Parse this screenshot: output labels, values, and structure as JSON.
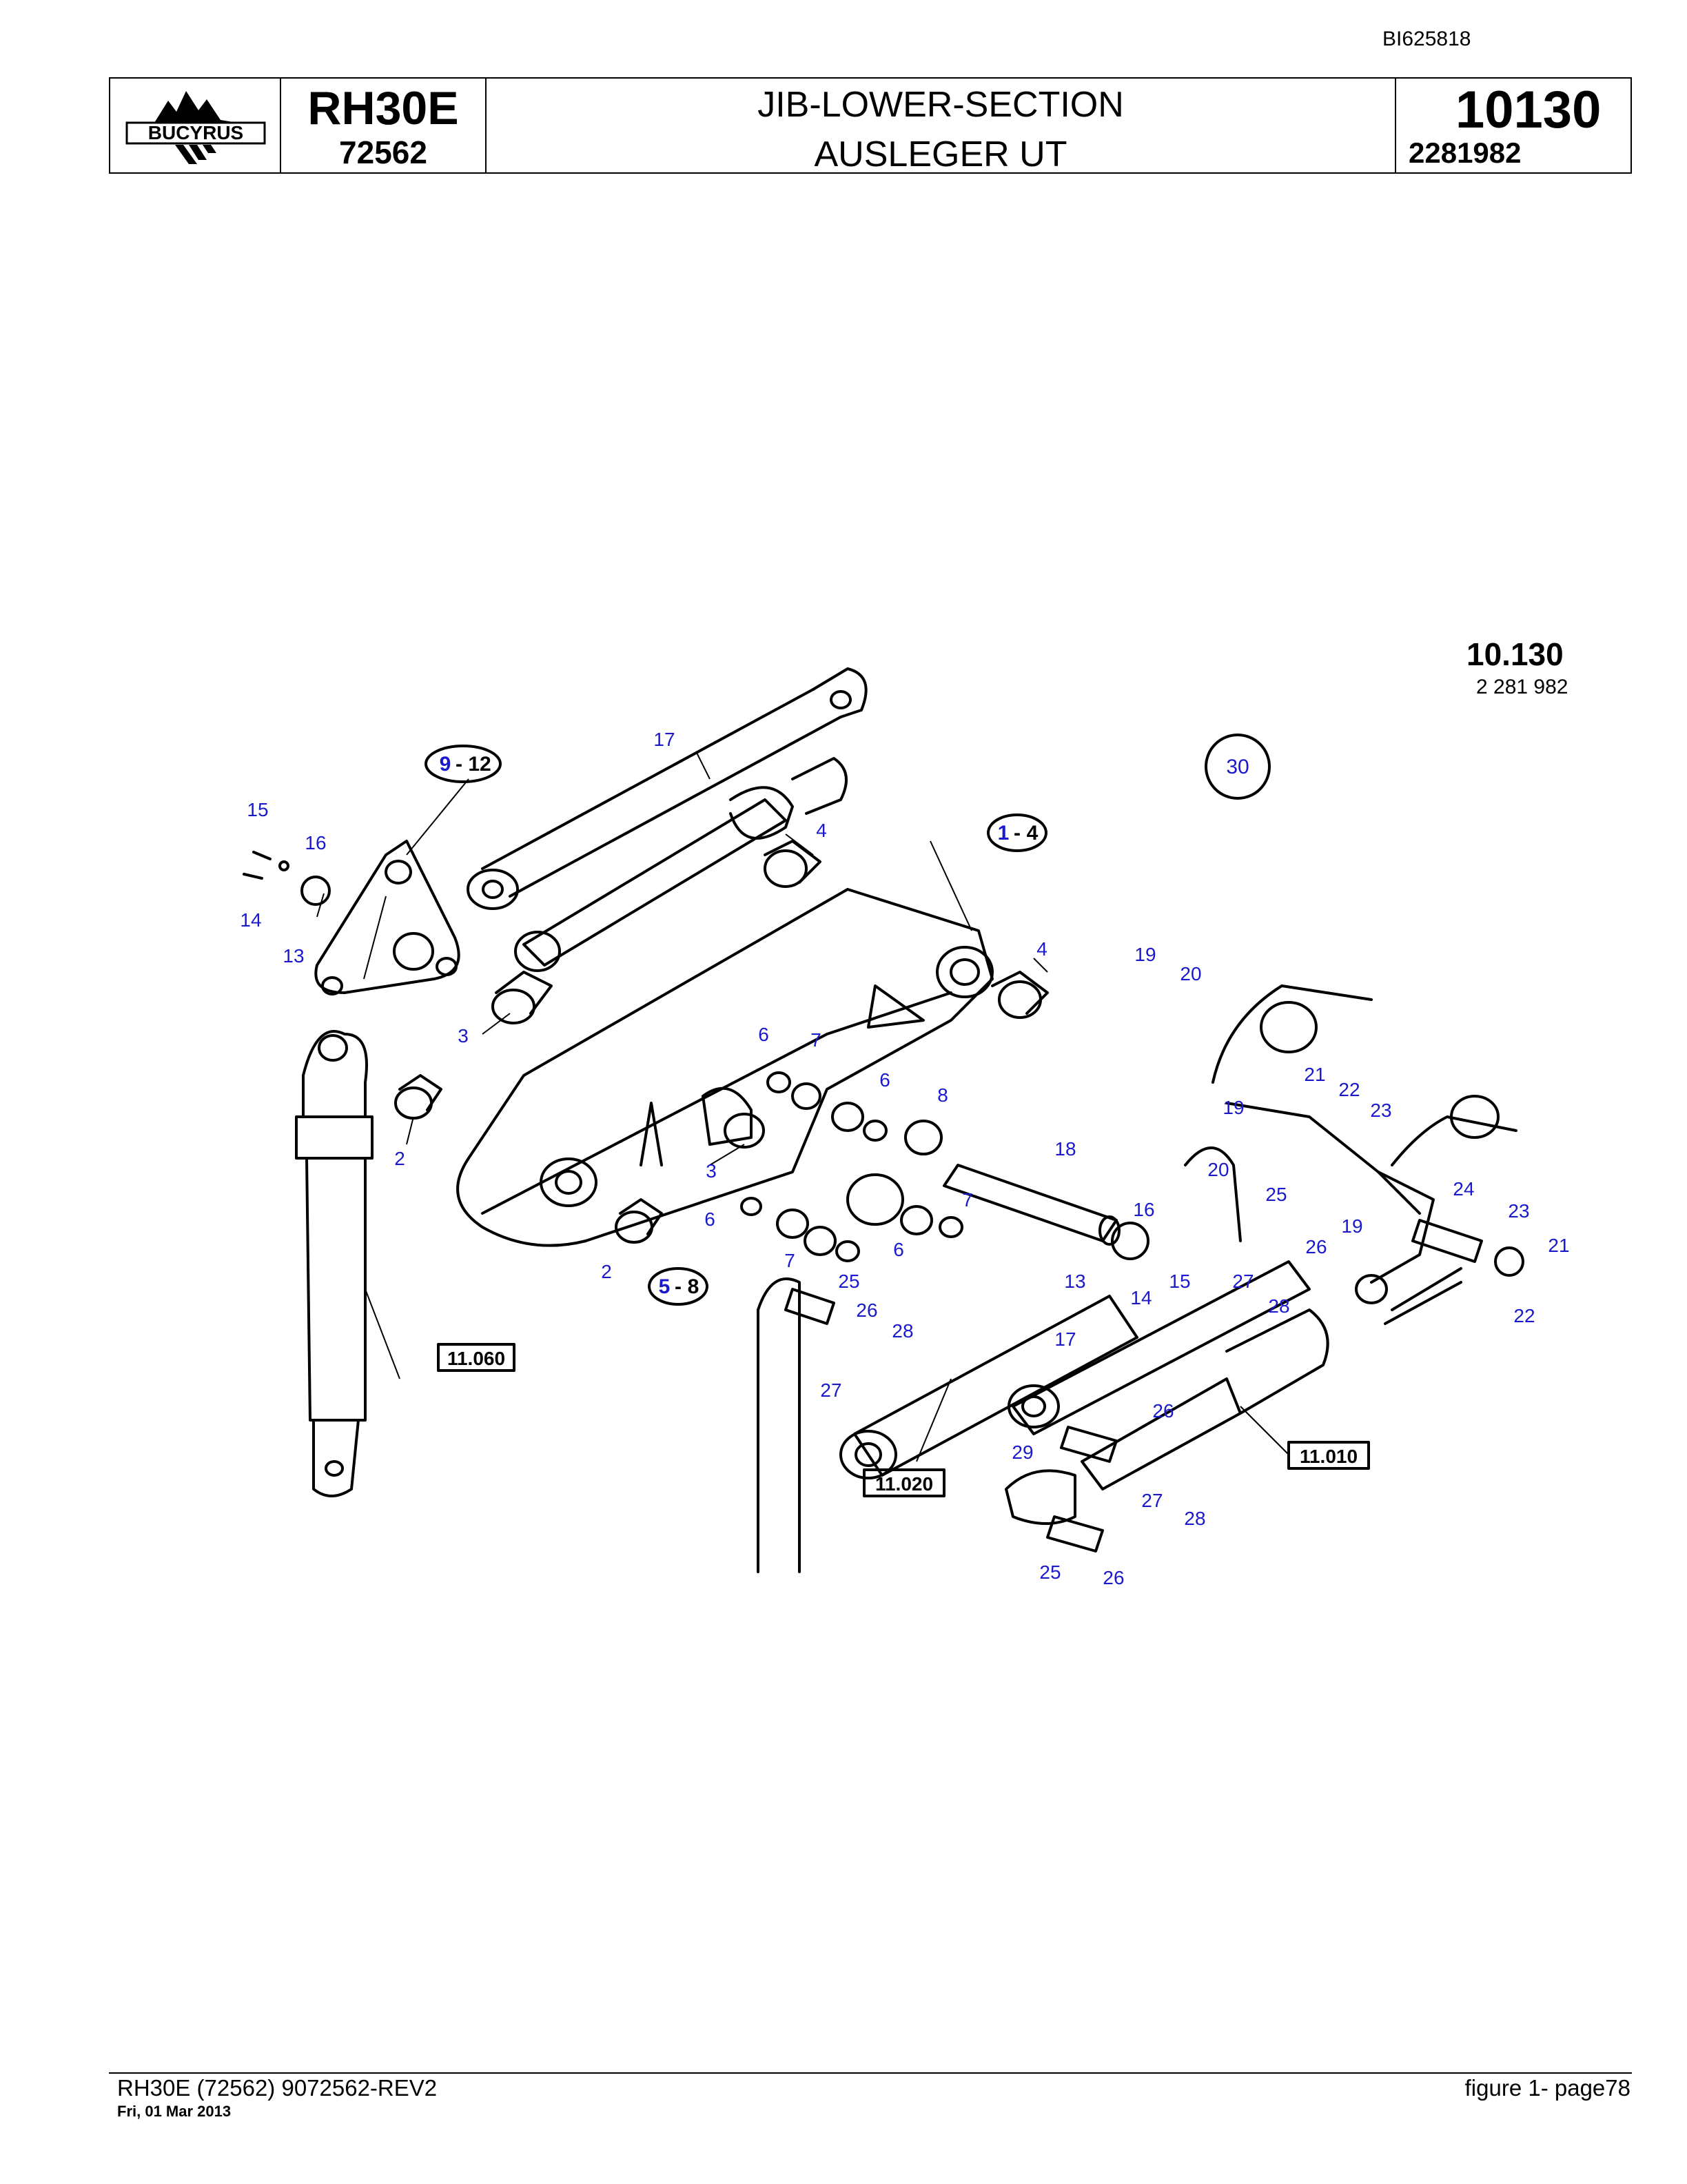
{
  "document": {
    "id": "BI625818"
  },
  "title_block": {
    "logo_text": "BUCYRUS",
    "model_name": "RH30E",
    "model_number": "72562",
    "title_en": "JIB-LOWER-SECTION",
    "title_de": "AUSLEGER UT",
    "section_number": "10130",
    "drawing_number": "2281982"
  },
  "figure": {
    "code": "10.130",
    "drawing_ref": "2 281 982",
    "group_labels": [
      "9",
      "12",
      "1",
      "4",
      "5",
      "8",
      "30"
    ],
    "ref_boxes": [
      "11.060",
      "11.020",
      "11.010"
    ],
    "callouts": [
      "17",
      "4",
      "4",
      "15",
      "16",
      "14",
      "13",
      "3",
      "2",
      "6",
      "7",
      "6",
      "8",
      "3",
      "6",
      "7",
      "2",
      "18",
      "6",
      "7",
      "25",
      "26",
      "28",
      "27",
      "16",
      "13",
      "14",
      "15",
      "19",
      "20",
      "19",
      "21",
      "22",
      "23",
      "20",
      "25",
      "26",
      "27",
      "28",
      "19",
      "24",
      "23",
      "21",
      "22",
      "17",
      "26",
      "29",
      "27",
      "28",
      "25",
      "26"
    ]
  },
  "colors": {
    "line": "#000000",
    "callout": "#1a1acc",
    "background": "#ffffff"
  },
  "footer": {
    "left": "RH30E (72562) 9072562-REV2",
    "date": "Fri, 01 Mar 2013",
    "right": "figure  1- page78"
  }
}
